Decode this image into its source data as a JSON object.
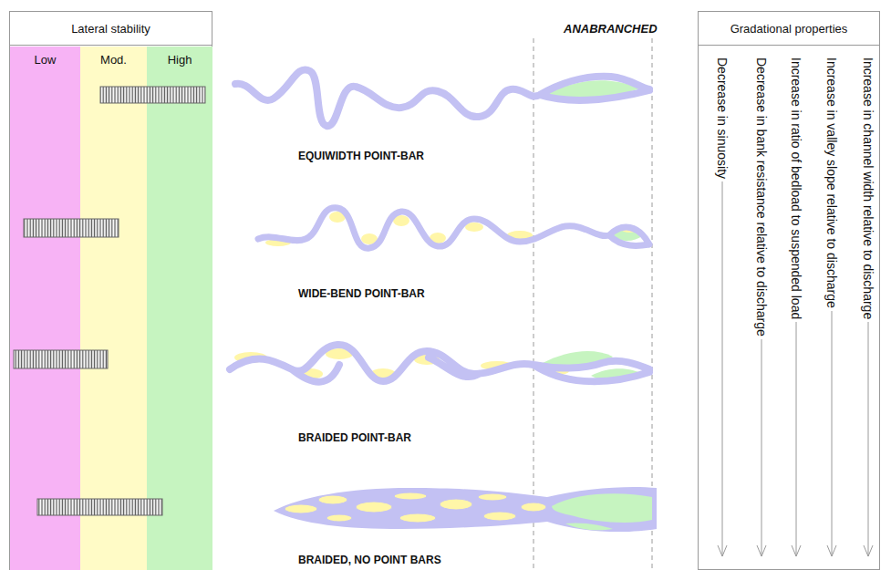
{
  "diagram": {
    "nodes": [
      {
        "text": [
          "Lateral stability"
        ]
      },
      {
        "text": [
          "Low"
        ],
        "in": 0
      },
      {
        "text": [
          "Mod."
        ],
        "in": 0
      },
      {
        "text": [
          "High"
        ],
        "in": 0
      },
      {
        "text": [
          "Gradational properties"
        ]
      }
    ],
    "labels": [
      "ANABRANCHED",
      "EQUIWIDTH POINT-BAR",
      "WIDE-BEND POINT-BAR",
      "BRAIDED POINT-BAR",
      "BRAIDED, NO POINT BARS",
      "Decrease in sinuosity",
      "Decrease in bank resistance relative to discharge",
      "Increase in ratio of bedload to suspended load",
      "Increase in valley slope relative to discharge",
      "Increase in channel width relative to discharge"
    ]
  }
}
